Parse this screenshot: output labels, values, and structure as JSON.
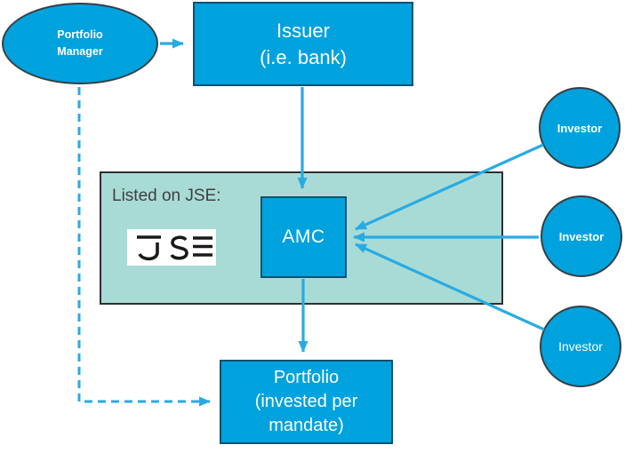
{
  "diagram": {
    "nodes": {
      "portfolio_manager": {
        "line1": "Portfolio",
        "line2": "Manager"
      },
      "issuer": {
        "line1": "Issuer",
        "line2": "(i.e. bank)"
      },
      "jse_section": {
        "label": "Listed on JSE:",
        "logo_text": "JSE"
      },
      "amc": {
        "label": "AMC"
      },
      "investors": [
        {
          "label": "Investor"
        },
        {
          "label": "Investor"
        },
        {
          "label": "Investor"
        }
      ],
      "portfolio": {
        "line1": "Portfolio",
        "line2": "(invested per",
        "line3": "mandate)"
      }
    },
    "edges": [
      {
        "from": "portfolio-manager",
        "to": "issuer",
        "style": "solid"
      },
      {
        "from": "issuer",
        "to": "amc",
        "style": "solid"
      },
      {
        "from": "amc",
        "to": "portfolio",
        "style": "solid"
      },
      {
        "from": "investor-1",
        "to": "amc",
        "style": "solid"
      },
      {
        "from": "investor-2",
        "to": "amc",
        "style": "solid"
      },
      {
        "from": "investor-3",
        "to": "amc",
        "style": "solid"
      },
      {
        "from": "portfolio-manager",
        "to": "portfolio",
        "style": "dashed"
      }
    ]
  },
  "colors": {
    "shape_fill": "#00a2dd",
    "arrow": "#29abe2",
    "rect_border": "#10506e",
    "round_border": "#353f44",
    "teal_fill": "#a9dbd6",
    "teal_border": "#2f2f2f",
    "text_light": "#ffffff",
    "text_dark": "#3f3f3f",
    "logo_ink": "#1a1a1a",
    "logo_bg": "#ffffff",
    "canvas_bg": "#ffffff"
  }
}
